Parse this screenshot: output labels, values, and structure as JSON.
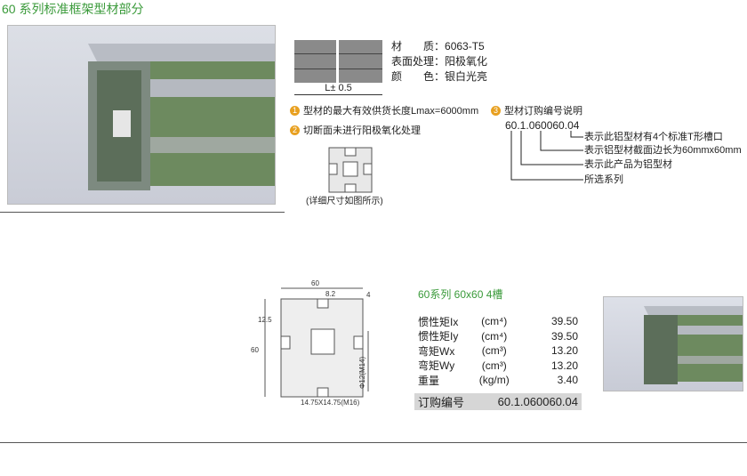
{
  "title": "60 系列标准框架型材部分",
  "specs": [
    {
      "label": "材　　质：",
      "value": "6063-T5"
    },
    {
      "label": "表面处理：",
      "value": "阳极氧化"
    },
    {
      "label": "颜　　色：",
      "value": "银白光亮"
    }
  ],
  "length_label": "L± 0.5",
  "notes": [
    {
      "num": "1",
      "text": "型材的最大有效供货长度Lmax=6000mm"
    },
    {
      "num": "2",
      "text": "切断面未进行阳极氧化处理"
    },
    {
      "num": "3",
      "text": "型材订购编号说明"
    }
  ],
  "detail_caption": "(详细尺寸如图所示)",
  "code_explain": {
    "code": "60.1.060060.04",
    "items": [
      "表示此铝型材有4个标准T形槽口",
      "表示铝型材截面边长为60mmx60mm",
      "表示此产品为铝型材",
      "所选系列"
    ]
  },
  "drawing": {
    "w": "60",
    "slot": "8.2",
    "d4": "4",
    "d125": "12.5",
    "h": "60",
    "hole": "Φ12(M14)",
    "center": "14.75X14.75(M16)"
  },
  "product": {
    "name": "60系列 60x60 4槽",
    "rows": [
      {
        "name": "惯性矩Ix",
        "unit": "(cm⁴)",
        "value": "39.50"
      },
      {
        "name": "惯性矩Iy",
        "unit": "(cm⁴)",
        "value": "39.50"
      },
      {
        "name": "弯矩Wx",
        "unit": "(cm³)",
        "value": "13.20"
      },
      {
        "name": "弯矩Wy",
        "unit": "(cm³)",
        "value": "13.20"
      },
      {
        "name": "重量",
        "unit": "(kg/m)",
        "value": "3.40"
      }
    ],
    "order_label": "订购编号",
    "order_value": "60.1.060060.04"
  }
}
